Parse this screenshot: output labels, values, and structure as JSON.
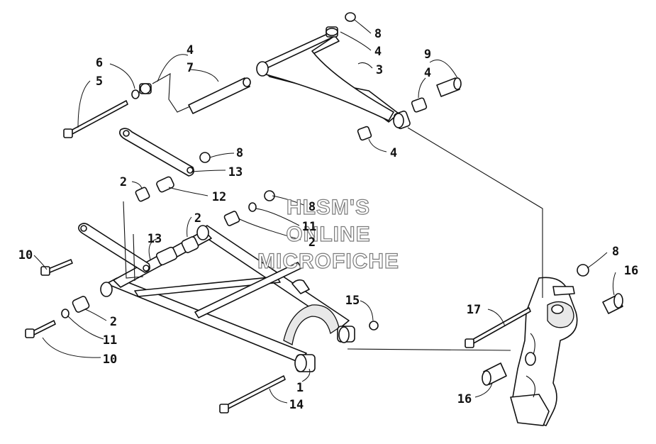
{
  "callouts": [
    {
      "id": "c1",
      "text": "1"
    },
    {
      "id": "c2a",
      "text": "2"
    },
    {
      "id": "c2b",
      "text": "2"
    },
    {
      "id": "c2c",
      "text": "2"
    },
    {
      "id": "c2d",
      "text": "2"
    },
    {
      "id": "c3",
      "text": "3"
    },
    {
      "id": "c4a",
      "text": "4"
    },
    {
      "id": "c4b",
      "text": "4"
    },
    {
      "id": "c4c",
      "text": "4"
    },
    {
      "id": "c4d",
      "text": "4"
    },
    {
      "id": "c5",
      "text": "5"
    },
    {
      "id": "c6",
      "text": "6"
    },
    {
      "id": "c7",
      "text": "7"
    },
    {
      "id": "c8a",
      "text": "8"
    },
    {
      "id": "c8b",
      "text": "8"
    },
    {
      "id": "c8c",
      "text": "8"
    },
    {
      "id": "c8d",
      "text": "8"
    },
    {
      "id": "c9",
      "text": "9"
    },
    {
      "id": "c10a",
      "text": "10"
    },
    {
      "id": "c10b",
      "text": "10"
    },
    {
      "id": "c11a",
      "text": "11"
    },
    {
      "id": "c11b",
      "text": "11"
    },
    {
      "id": "c12",
      "text": "12"
    },
    {
      "id": "c13a",
      "text": "13"
    },
    {
      "id": "c13b",
      "text": "13"
    },
    {
      "id": "c14",
      "text": "14"
    },
    {
      "id": "c15",
      "text": "15"
    },
    {
      "id": "c16a",
      "text": "16"
    },
    {
      "id": "c16b",
      "text": "16"
    },
    {
      "id": "c17",
      "text": "17"
    }
  ],
  "watermark": {
    "line1": "HLSM'S",
    "line2": "ONLINE",
    "line3": "MICROFICHE"
  }
}
